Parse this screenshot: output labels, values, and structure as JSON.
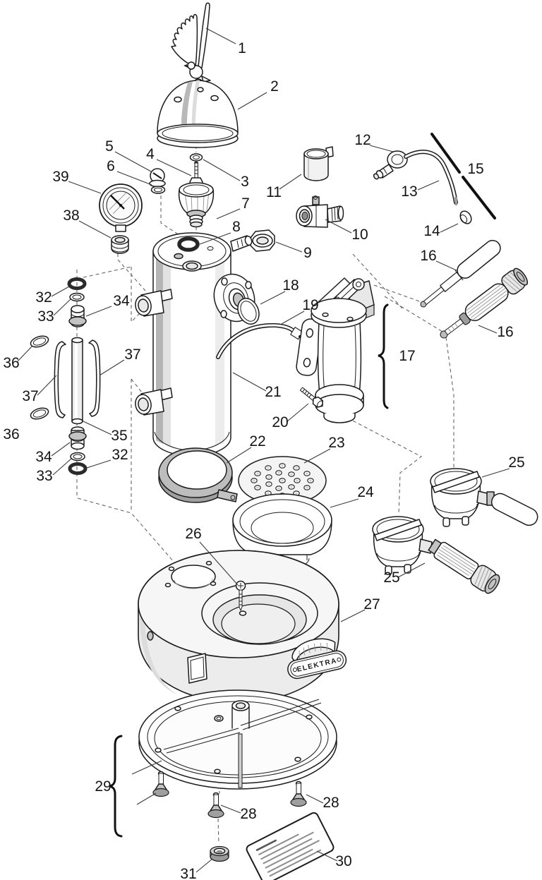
{
  "badge": {
    "text": "ELEKTRA"
  },
  "callouts": {
    "c1": "1",
    "c2": "2",
    "c3": "3",
    "c4": "4",
    "c5": "5",
    "c6": "6",
    "c7": "7",
    "c8": "8",
    "c9": "9",
    "c10": "10",
    "c11": "11",
    "c12": "12",
    "c13": "13",
    "c14": "14",
    "c15": "15",
    "c16a": "16",
    "c16b": "16",
    "c17": "17",
    "c18": "18",
    "c19": "19",
    "c20": "20",
    "c21": "21",
    "c22": "22",
    "c23": "23",
    "c24": "24",
    "c25a": "25",
    "c25b": "25",
    "c26": "26",
    "c27": "27",
    "c28a": "28",
    "c28b": "28",
    "c29": "29",
    "c30": "30",
    "c31": "31",
    "c32a": "32",
    "c32b": "32",
    "c33a": "33",
    "c33b": "33",
    "c34a": "34",
    "c34b": "34",
    "c35": "35",
    "c36a": "36",
    "c36b": "36",
    "c37a": "37",
    "c37b": "37",
    "c38": "38",
    "c39": "39"
  }
}
